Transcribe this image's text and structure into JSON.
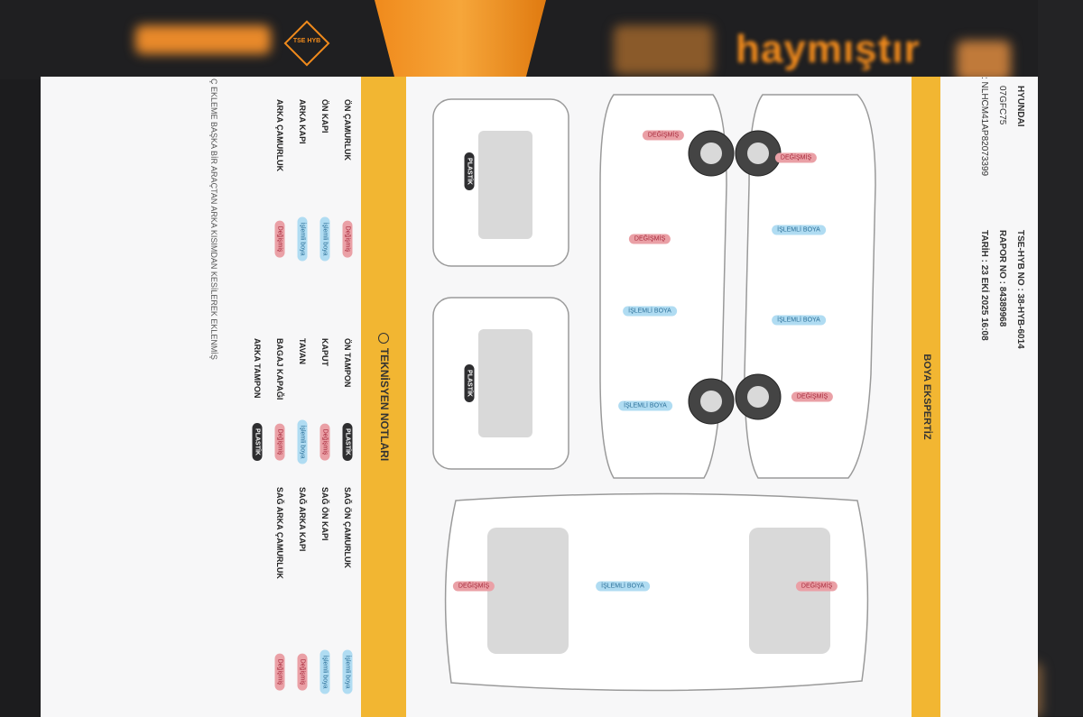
{
  "header": {
    "logo_text": "haymıştır",
    "badge_logo": "TSE HYB",
    "brand_color": "#f08a1c"
  },
  "info": {
    "left": [
      "HYUNDAI",
      "07GFC75",
      ": NLHCM41AP82073399"
    ],
    "right": [
      "TSE-HYB NO : 38-HYB-6014",
      "RAPOR NO : 84389968",
      "TARİH : 23 EKİ 2025 16:08"
    ]
  },
  "section_title": "BOYA EKSPERTİZ",
  "diagram_badges": [
    {
      "text": "DEĞİŞMİŞ",
      "type": "red"
    },
    {
      "text": "İŞLEMLİ BOYA",
      "type": "blue"
    },
    {
      "text": "İŞLEMLİ BOYA",
      "type": "blue"
    },
    {
      "text": "DEĞİŞMİŞ",
      "type": "red"
    },
    {
      "text": "DEĞİŞMİŞ",
      "type": "red"
    },
    {
      "text": "DEĞİŞMİŞ",
      "type": "red"
    },
    {
      "text": "İŞLEMLİ BOYA",
      "type": "blue"
    },
    {
      "text": "İŞLEMLİ BOYA",
      "type": "blue"
    },
    {
      "text": "PLASTİK",
      "type": "dark"
    },
    {
      "text": "PLASTİK",
      "type": "dark"
    },
    {
      "text": "DEĞİŞMİŞ",
      "type": "red"
    },
    {
      "text": "İŞLEMLİ BOYA",
      "type": "blue"
    },
    {
      "text": "DEĞİŞMİŞ",
      "type": "red"
    }
  ],
  "notes": {
    "title": "TEKNİSYEN NOTLARI",
    "columns": [
      [
        {
          "part": "ÖN ÇAMURLUK",
          "status": "Değişmiş",
          "type": "red"
        },
        {
          "part": "ÖN KAPI",
          "status": "İşlemli boya",
          "type": "blue"
        },
        {
          "part": "ARKA KAPI",
          "status": "İşlemli boya",
          "type": "blue"
        },
        {
          "part": "ARKA ÇAMURLUK",
          "status": "Değişmiş",
          "type": "red"
        }
      ],
      [
        {
          "part": "ÖN TAMPON",
          "status": "PLASTİK",
          "type": "dark"
        },
        {
          "part": "KAPUT",
          "status": "Değişmiş",
          "type": "red"
        },
        {
          "part": "TAVAN",
          "status": "İşlemli boya",
          "type": "blue"
        },
        {
          "part": "BAGAJ KAPAĞI",
          "status": "Değişmiş",
          "type": "red"
        },
        {
          "part": "ARKA TAMPON",
          "status": "PLASTİK",
          "type": "dark"
        }
      ],
      [
        {
          "part": "SAĞ ÖN ÇAMURLUK",
          "status": "İşlemli boya",
          "type": "blue"
        },
        {
          "part": "SAĞ ÖN KAPI",
          "status": "İşlemli boya",
          "type": "blue"
        },
        {
          "part": "SAĞ ARKA KAPI",
          "status": "Değişmiş",
          "type": "red"
        },
        {
          "part": "SAĞ ARKA ÇAMURLUK",
          "status": "Değişmiş",
          "type": "red"
        }
      ]
    ],
    "footnote": "Ç EKLEME BAŞKA BİR ARAÇTAN ARKA KISIMDAN KESİLEREK EKLENMİŞ"
  }
}
